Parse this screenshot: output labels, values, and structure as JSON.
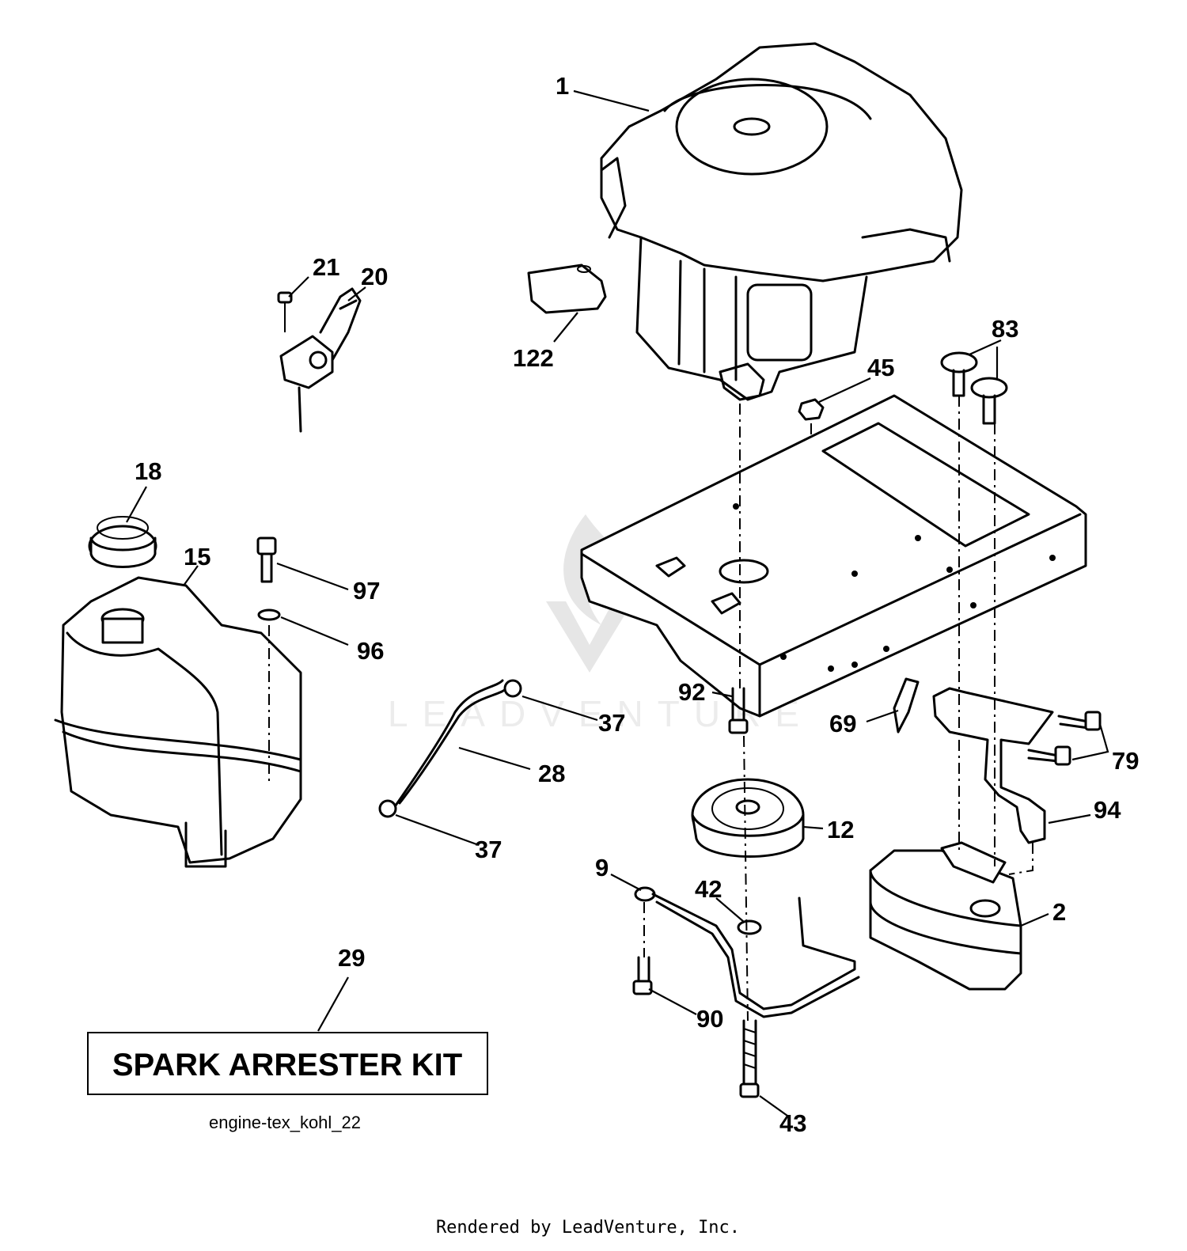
{
  "diagram": {
    "callouts": [
      "1",
      "122",
      "21",
      "20",
      "83",
      "45",
      "18",
      "15",
      "97",
      "96",
      "92",
      "37",
      "28",
      "37",
      "69",
      "79",
      "94",
      "12",
      "9",
      "42",
      "2",
      "90",
      "43",
      "29"
    ],
    "kit_label": "SPARK ARRESTER KIT",
    "reference": "engine-tex_kohl_22",
    "watermark": "LEADVENTURE",
    "footer": "Rendered by LeadVenture, Inc."
  }
}
